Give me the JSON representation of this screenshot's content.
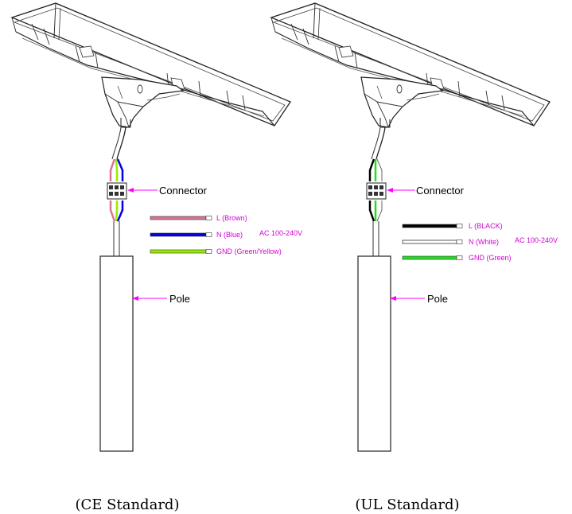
{
  "ce": {
    "connector_label": "Connector",
    "pole_label": "Pole",
    "ac_label": "AC 100-240V",
    "wires": [
      {
        "label": "L (Brown)",
        "color": "#d97590"
      },
      {
        "label": "N (Blue)",
        "color": "#0000e0"
      },
      {
        "label": "GND (Green/Yellow)",
        "color": "#99ee00"
      }
    ],
    "caption": "(CE Standard)"
  },
  "ul": {
    "connector_label": "Connector",
    "pole_label": "Pole",
    "ac_label": "AC 100-240V",
    "wires": [
      {
        "label": "L (BLACK)",
        "color": "#000000"
      },
      {
        "label": "N (White)",
        "color": "#ffffff"
      },
      {
        "label": "GND (Green)",
        "color": "#22dd22"
      }
    ],
    "caption": "(UL Standard)"
  },
  "colors": {
    "arrow": "#ff00ff",
    "label_text": "#d400d4"
  }
}
